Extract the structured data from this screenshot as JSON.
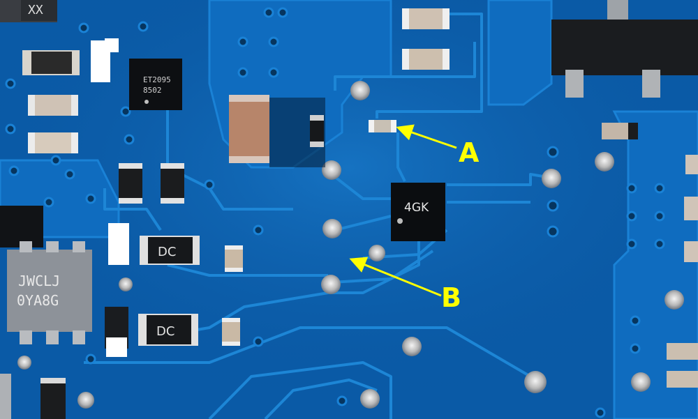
{
  "photo": {
    "subject": "blue printed circuit board macro photo",
    "colors": {
      "board": "#0a63b4",
      "board_dark": "#064a8c",
      "trace": "#1b7fd0",
      "pad_tin": "#c9c9c9",
      "component_black": "#111418",
      "ceramic_cap": "#b8896a",
      "annotation": "#ffff00"
    }
  },
  "chips": {
    "u1_line1": "ET2095",
    "u1_line2": "8502",
    "u2_marking": "4GK",
    "u3_line1": "JWCLJ",
    "u3_line2": "0YA8G",
    "diode1_marking": "DC",
    "diode2_marking": "DC",
    "corner_marking": "XX"
  },
  "annotations": {
    "label_a": "A",
    "label_b": "B"
  }
}
